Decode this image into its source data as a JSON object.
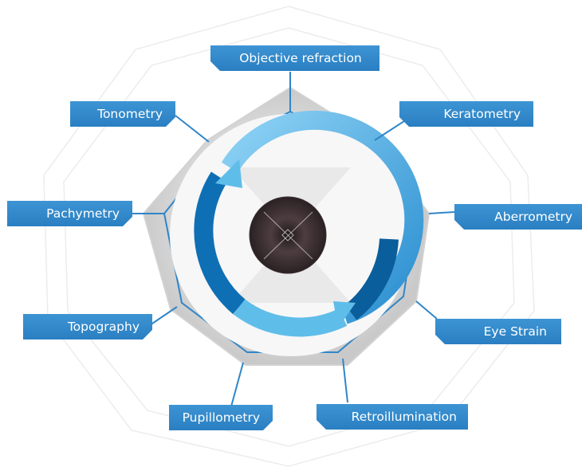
{
  "labels": {
    "objective_refraction": "Objective refraction",
    "keratometry": "Keratometry",
    "aberrometry": "Aberrometry",
    "eye_strain": "Eye Strain",
    "retroillumination": "Retroillumination",
    "pupillometry": "Pupillometry",
    "topography": "Topography",
    "pachymetry": "Pachymetry",
    "tonometry": "Tonometry"
  },
  "colors": {
    "label_blue": "#2f86c8",
    "connector_blue": "#2f86c8",
    "ring_light": "#6ec6f0",
    "ring_dark": "#0a6eb0",
    "eye_center": "#4a3b3e"
  },
  "icons": [
    "circular-arrows-icon",
    "eye-icon"
  ]
}
